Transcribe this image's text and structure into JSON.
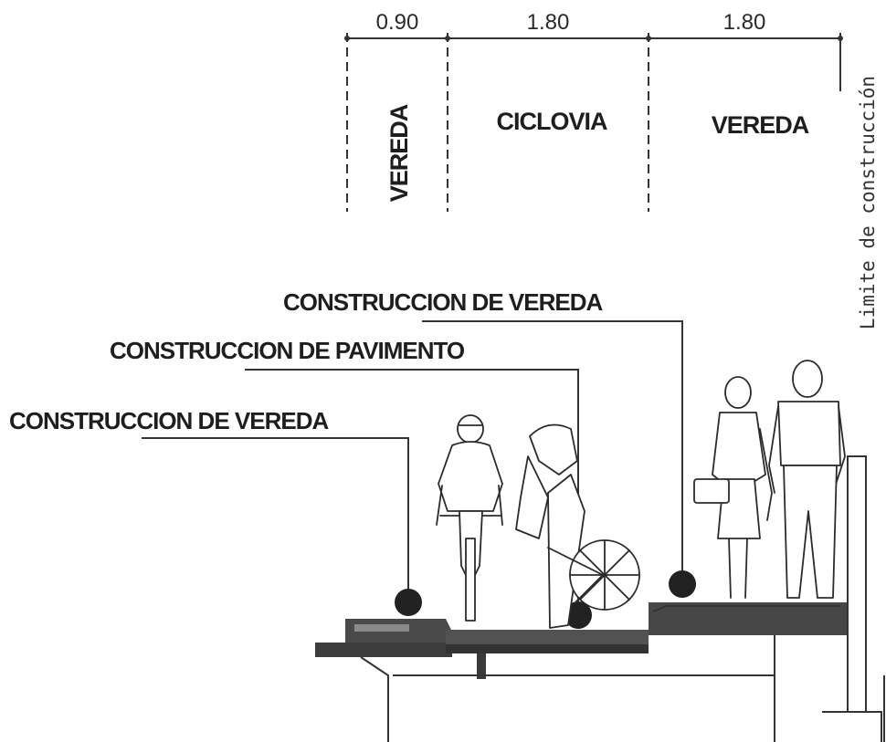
{
  "dimensions": [
    "0.90",
    "1.80",
    "1.80"
  ],
  "zones": {
    "sidewalk_left": "VEREDA",
    "bike_lane": "CICLOVIA",
    "sidewalk_right": "VEREDA"
  },
  "callouts": {
    "upper": "CONSTRUCCION DE VEREDA",
    "middle": "CONSTRUCCION DE PAVIMENTO",
    "lower": "CONSTRUCCION DE VEREDA"
  },
  "limit_label": "Limite de construcción",
  "colors": {
    "ink": "#2b2b2b",
    "pavement": "#4a4a4a",
    "background": "#ffffff"
  }
}
